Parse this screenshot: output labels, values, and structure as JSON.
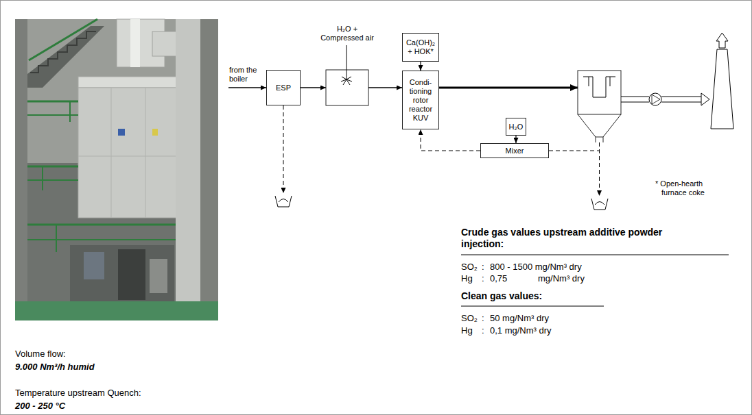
{
  "diagram": {
    "nodes": [
      {
        "text": [
          "ESP"
        ]
      },
      {
        "text": [
          "Ca(OH)₂ + HOK*"
        ]
      },
      {
        "text": [
          "Condi- tioning rotor reactor KUV"
        ]
      },
      {
        "text": [
          "H₂O"
        ]
      },
      {
        "text": [
          "Mixer"
        ]
      }
    ],
    "edges": [
      {
        "from": 1,
        "to": 2,
        "arrow": "to"
      },
      {
        "from": 3,
        "to": 4,
        "arrow": "to"
      },
      {
        "from": 4,
        "to": 2,
        "arrow": "to"
      }
    ],
    "labels": [
      "from the boiler",
      "H₂O + Compressed air",
      "* Open-hearth furnace coke",
      "Volume flow:",
      "9.000 Nm³/h humid",
      "Temperature upstream Quench:",
      "200 - 250 °C",
      "Crude gas values upstream additive powder injection:",
      "SO₂",
      ":",
      "800 - 1500 mg/Nm³ dry",
      "Hg",
      ":",
      "0,75",
      "mg/Nm³ dry",
      "Clean gas values:",
      "SO₂",
      ":",
      "50 mg/Nm³ dry",
      "Hg",
      ":",
      "0,1 mg/Nm³ dry"
    ]
  }
}
